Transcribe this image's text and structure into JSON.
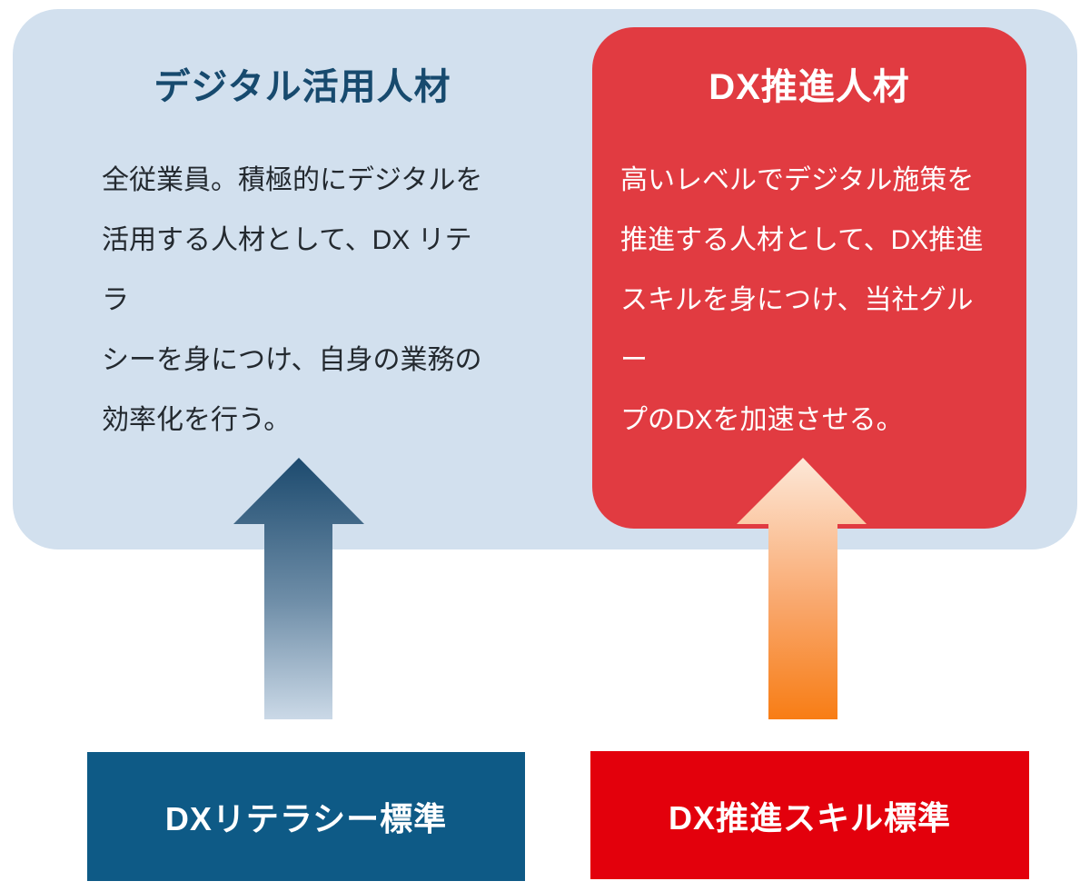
{
  "colors": {
    "panel_light_blue": "#d2e0ee",
    "panel_red": "#e13b41",
    "title_navy": "#174a6e",
    "body_dark": "#23292f",
    "label_blue_bg": "#0e5a86",
    "label_red_bg": "#e3000c",
    "arrow_blue_top": "#1c4a6e",
    "arrow_blue_mid": "#6f8ea8",
    "arrow_blue_bottom": "#cbd9e7",
    "arrow_orange_top": "#fde8d8",
    "arrow_orange_mid": "#f9a86e",
    "arrow_orange_bottom": "#f87d15"
  },
  "left_card": {
    "title": "デジタル活用人材",
    "body": "全従業員。積極的にデジタルを\n活用する人材として、DX リテラ\nシーを身につけ、自身の業務の\n効率化を行う。"
  },
  "right_card": {
    "title": "DX推進人材",
    "body": "高いレベルでデジタル施策を\n推進する人材として、DX推進\nスキルを身につけ、当社グルー\nプのDXを加速させる。"
  },
  "left_label": "DXリテラシー標準",
  "right_label": "DX推進スキル標準"
}
